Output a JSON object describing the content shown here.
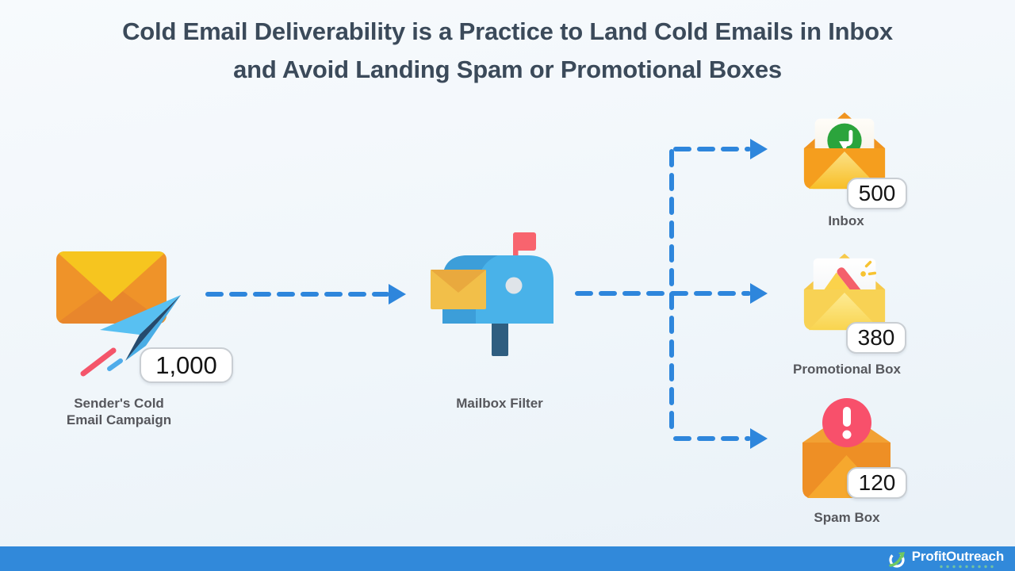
{
  "title": {
    "line1": "Cold Email Deliverability is a Practice to Land Cold Emails in Inbox",
    "line2": "and Avoid Landing Spam or Promotional Boxes"
  },
  "flow": {
    "sender": {
      "label": "Sender's Cold Email Campaign",
      "count": "1,000",
      "icon": "envelope-paper-plane-icon"
    },
    "mailbox": {
      "label": "Mailbox Filter",
      "icon": "mailbox-flag-icon"
    },
    "inbox": {
      "label": "Inbox",
      "count": "500",
      "icon": "open-envelope-download-icon"
    },
    "promotional": {
      "label": "Promotional Box",
      "count": "380",
      "icon": "open-envelope-megaphone-icon"
    },
    "spam": {
      "label": "Spam Box",
      "count": "120",
      "icon": "envelope-alert-icon"
    }
  },
  "footer": {
    "brand": "ProfitOutreach",
    "logo": "profit-outreach-logo"
  },
  "colors": {
    "background_top": "#f7fafd",
    "background_bottom": "#e9f1f8",
    "title_text": "#3b4a5a",
    "arrow_blue": "#2e86dc",
    "label_gray": "#56575c",
    "badge_border": "#c9ced3",
    "footer_bar": "#3189da",
    "logo_green": "#6fc862",
    "inbox_green": "#2ba43c",
    "spam_red": "#f8506b",
    "envelope_orange": "#ef9329",
    "envelope_yellow": "#f6c51f",
    "mailbox_blue": "#49b2e9"
  }
}
